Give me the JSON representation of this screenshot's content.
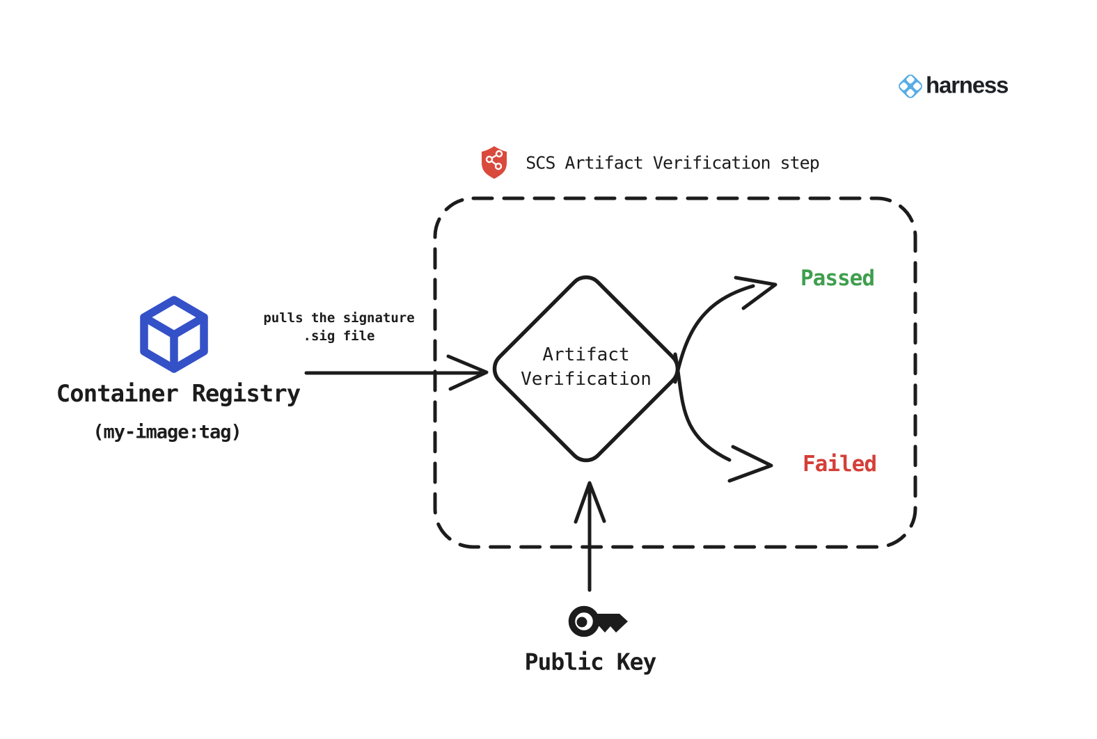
{
  "logo": {
    "brand": "harness"
  },
  "header": {
    "step_title": "SCS Artifact Verification step"
  },
  "registry": {
    "label": "Container Registry",
    "tag": "(my-image:tag)"
  },
  "flow": {
    "pull_label_line1": "pulls the signature",
    "pull_label_line2": ".sig file",
    "decision_line1": "Artifact",
    "decision_line2": "Verification",
    "input_label": "Public Key"
  },
  "outcomes": {
    "passed": "Passed",
    "failed": "Failed"
  },
  "colors": {
    "ink": "#1c1c1c",
    "registry_icon": "#3451c8",
    "brand_icon": "#57ace6",
    "shield": "#d94a3d",
    "passed": "#3f9e4d",
    "failed": "#d43f38",
    "brand_text": "#1d2126"
  }
}
